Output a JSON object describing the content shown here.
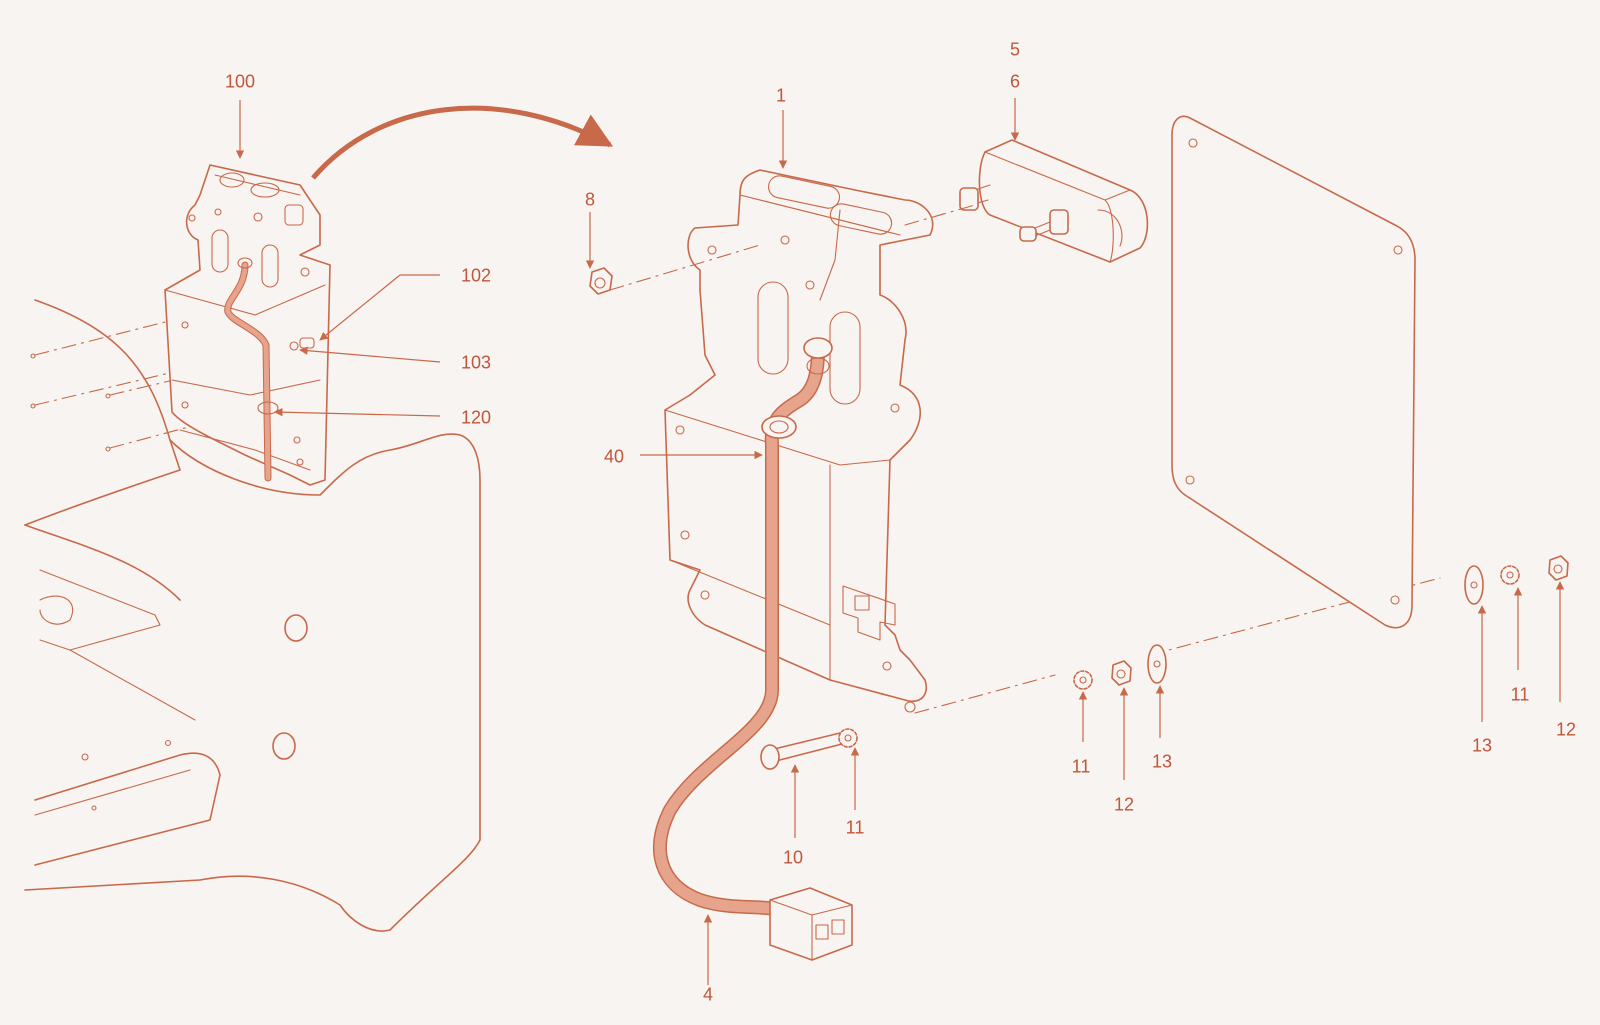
{
  "colors": {
    "line": "#c8694a",
    "label": "#c0573a",
    "cable": "#e7a48d",
    "background": "#f7f4f1"
  },
  "callouts": [
    {
      "id": "c100",
      "text": "100"
    },
    {
      "id": "c102",
      "text": "102"
    },
    {
      "id": "c103",
      "text": "103"
    },
    {
      "id": "c120",
      "text": "120"
    },
    {
      "id": "c1",
      "text": "1"
    },
    {
      "id": "c5",
      "text": "5"
    },
    {
      "id": "c6",
      "text": "6"
    },
    {
      "id": "c8",
      "text": "8"
    },
    {
      "id": "c40",
      "text": "40"
    },
    {
      "id": "c4",
      "text": "4"
    },
    {
      "id": "c10",
      "text": "10"
    },
    {
      "id": "c11a",
      "text": "11"
    },
    {
      "id": "c11b",
      "text": "11"
    },
    {
      "id": "c12a",
      "text": "12"
    },
    {
      "id": "c13a",
      "text": "13"
    },
    {
      "id": "c13b",
      "text": "13"
    },
    {
      "id": "c11c",
      "text": "11"
    },
    {
      "id": "c12b",
      "text": "12"
    }
  ]
}
